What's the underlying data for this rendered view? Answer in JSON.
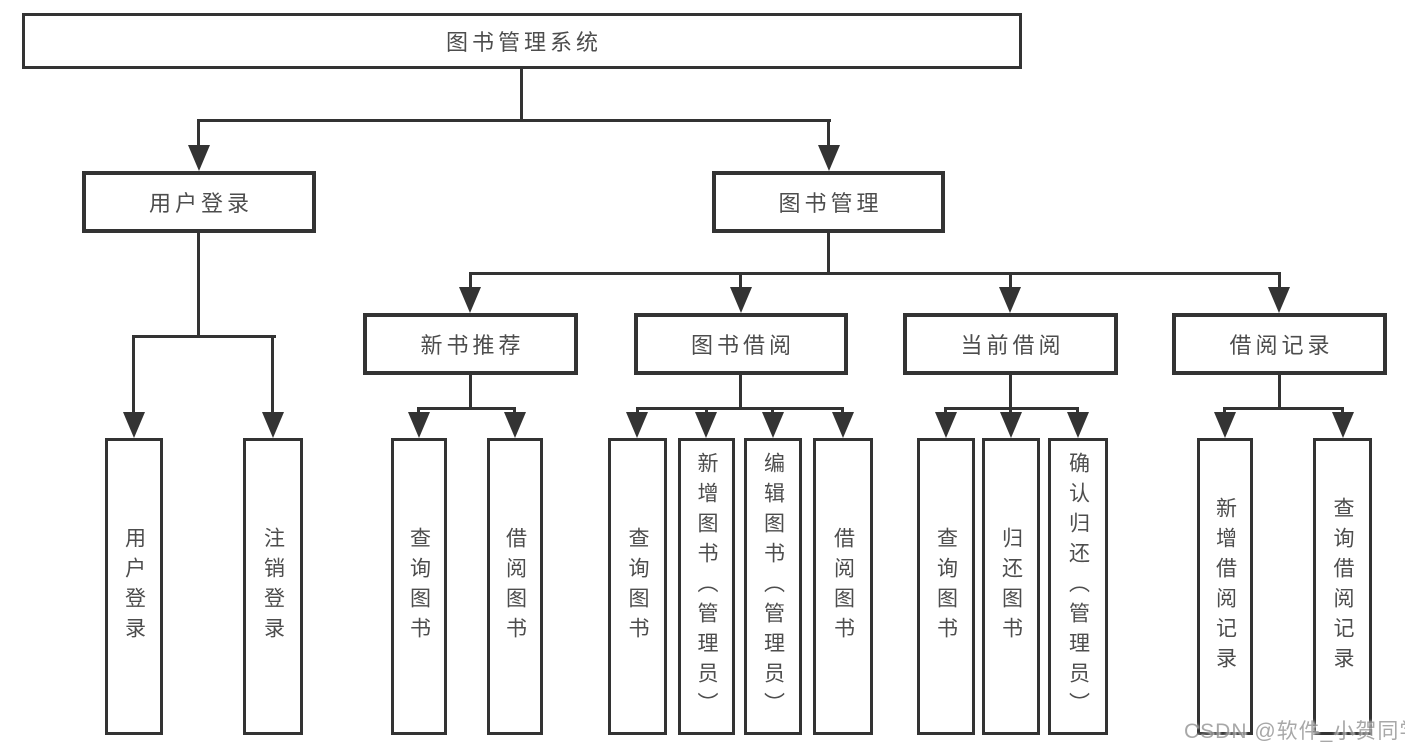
{
  "diagram": {
    "title": "图书管理系统",
    "root_label": "图书管理系统",
    "level2": {
      "login": "用户登录",
      "management": "图书管理"
    },
    "level3": {
      "recommend": "新书推荐",
      "borrow": "图书借阅",
      "current": "当前借阅",
      "records": "借阅记录"
    },
    "leaves": {
      "login": [
        "用户登录",
        "注销登录"
      ],
      "recommend": [
        "查询图书",
        "借阅图书"
      ],
      "borrow": [
        "查询图书",
        "新增图书（管理员）",
        "编辑图书（管理员）",
        "借阅图书"
      ],
      "current": [
        "查询图书",
        "归还图书",
        "确认归还（管理员）"
      ],
      "records": [
        "新增借阅记录",
        "查询借阅记录"
      ]
    },
    "colors": {
      "line": "#333333",
      "text": "#4d4d4d",
      "background": "#ffffff"
    }
  },
  "watermark": {
    "text": "CSDN @软件_小贺同学"
  }
}
